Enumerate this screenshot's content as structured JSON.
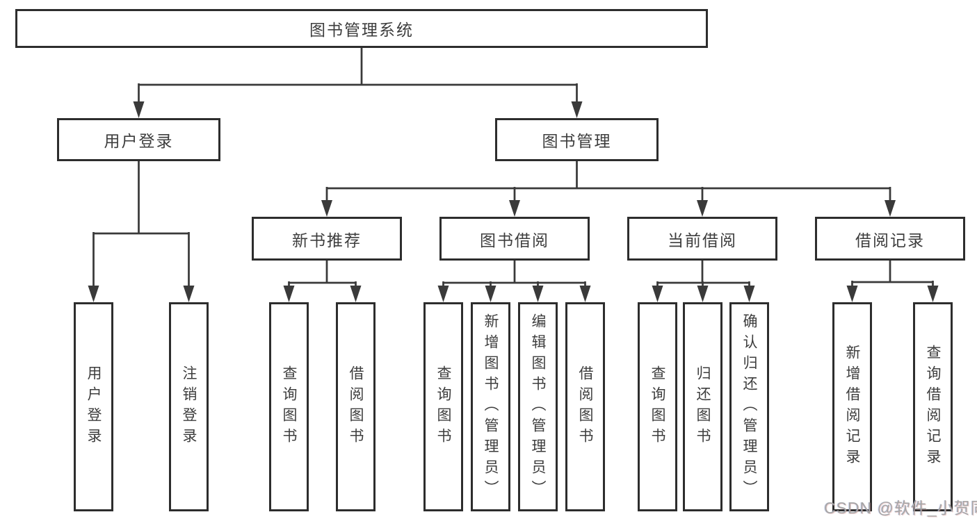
{
  "tree": {
    "root": {
      "label": "图书管理系统",
      "children": [
        {
          "label": "用户登录",
          "children": [
            {
              "label": "用户登录"
            },
            {
              "label": "注销登录"
            }
          ]
        },
        {
          "label": "图书管理",
          "children": [
            {
              "label": "新书推荐",
              "children": [
                {
                  "label": "查询图书"
                },
                {
                  "label": "借阅图书"
                }
              ]
            },
            {
              "label": "图书借阅",
              "children": [
                {
                  "label": "查询图书"
                },
                {
                  "label": "新增图书（管理员）"
                },
                {
                  "label": "编辑图书（管理员）"
                },
                {
                  "label": "借阅图书"
                }
              ]
            },
            {
              "label": "当前借阅",
              "children": [
                {
                  "label": "查询图书"
                },
                {
                  "label": "归还图书"
                },
                {
                  "label": "确认归还（管理员）"
                }
              ]
            },
            {
              "label": "借阅记录",
              "children": [
                {
                  "label": "新增借阅记录"
                },
                {
                  "label": "查询借阅记录"
                }
              ]
            }
          ]
        }
      ]
    }
  },
  "watermark": {
    "text": "CSDN @软件_小贺同学"
  },
  "colors": {
    "line": "#3a3a3a",
    "border": "#2d2d2d",
    "text": "#3d3d3d",
    "watermark": "#a6a6a6",
    "background": "#ffffff"
  }
}
